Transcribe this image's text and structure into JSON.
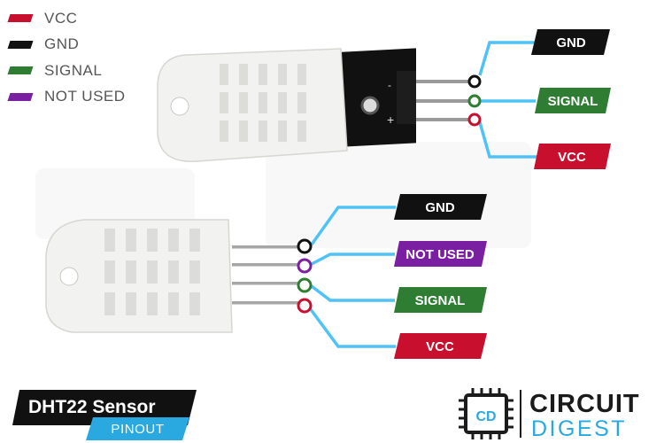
{
  "legend": [
    {
      "label": "VCC",
      "color": "#c8102e"
    },
    {
      "label": "GND",
      "color": "#111111"
    },
    {
      "label": "SIGNAL",
      "color": "#2e7d32"
    },
    {
      "label": "NOT USED",
      "color": "#7b1fa2"
    }
  ],
  "module_pins": [
    {
      "label": "GND",
      "color": "#111111"
    },
    {
      "label": "SIGNAL",
      "color": "#2e7d32"
    },
    {
      "label": "VCC",
      "color": "#c8102e"
    }
  ],
  "module_silkscreen": [
    "-",
    "+"
  ],
  "sensor_pins": [
    {
      "label": "GND",
      "color": "#111111"
    },
    {
      "label": "NOT USED",
      "color": "#7b1fa2"
    },
    {
      "label": "SIGNAL",
      "color": "#2e7d32"
    },
    {
      "label": "VCC",
      "color": "#c8102e"
    }
  ],
  "title": {
    "main": "DHT22 Sensor",
    "sub": "PINOUT"
  },
  "logo": {
    "line1": "CIRCUIT",
    "line2": "DIGEST"
  },
  "colors": {
    "wire": "#4fc3f7",
    "accent": "#29a9df",
    "sensor_body": "#f2f2f0",
    "board": "#111111"
  }
}
